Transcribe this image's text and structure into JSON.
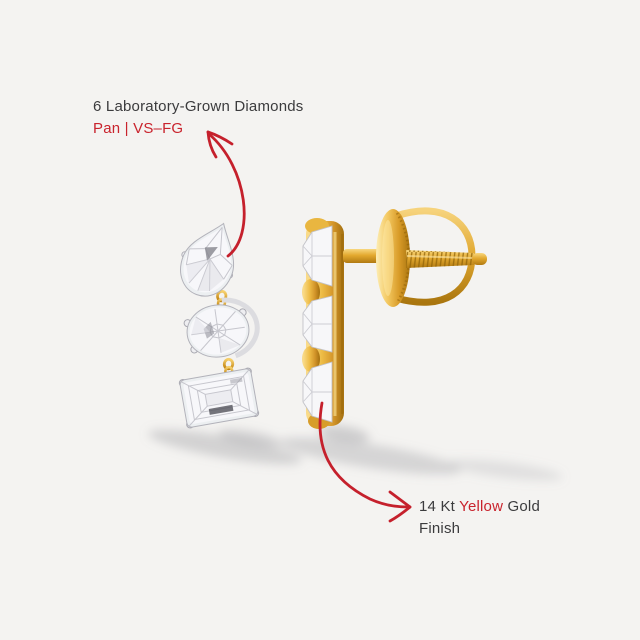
{
  "labels": {
    "diamond_note": {
      "line1": "6 Laboratory-Grown Diamonds",
      "line2": "Pan | VS–FG"
    },
    "gold_note": {
      "part1": "14 Kt ",
      "highlight": "Yellow",
      "part2": " Gold",
      "line2": "Finish"
    }
  },
  "colors": {
    "background": "#f4f3f1",
    "text_dark": "#3b3b3d",
    "accent_red": "#c9232d",
    "gold_light": "#f9da88",
    "gold_mid": "#e2a62f",
    "gold_dark": "#a87312",
    "white_metal": "#dcdce0",
    "diamond_body": "#f6f6f8"
  },
  "figure": {
    "stones": [
      "pear",
      "oval",
      "emerald"
    ],
    "views": [
      "front",
      "side"
    ]
  }
}
